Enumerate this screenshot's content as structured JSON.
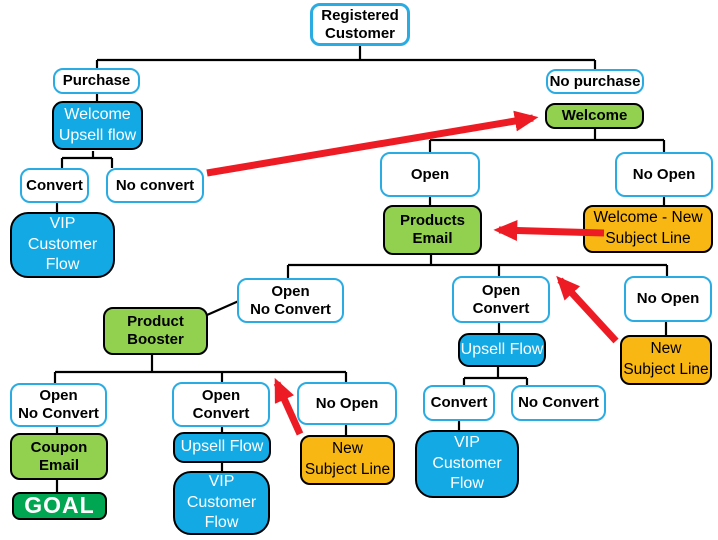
{
  "diagram": {
    "title": "Registered Customer email marketing flowchart",
    "colors": {
      "decision_border_cyan": "#2aace2",
      "flow_fill_blue": "#12a9e4",
      "email_fill_green": "#92d050",
      "retry_fill_orange": "#f9b713",
      "goal_fill_green": "#00a651",
      "feedback_arrow_red": "#ed1c24",
      "connector_black": "#000000"
    },
    "nodes": [
      {
        "id": "registered-customer",
        "label": "Registered\nCustomer",
        "type": "decision"
      },
      {
        "id": "purchase",
        "label": "Purchase",
        "type": "decision"
      },
      {
        "id": "no-purchase",
        "label": "No purchase",
        "type": "decision"
      },
      {
        "id": "welcome-upsell-flow",
        "label": "Welcome\nUpsell flow",
        "type": "flow-blue"
      },
      {
        "id": "welcome",
        "label": "Welcome",
        "type": "email-green"
      },
      {
        "id": "convert-left",
        "label": "Convert",
        "type": "decision"
      },
      {
        "id": "no-convert-left",
        "label": "No convert",
        "type": "decision"
      },
      {
        "id": "vip-customer-flow-left",
        "label": "VIP\nCustomer\nFlow",
        "type": "flow-blue"
      },
      {
        "id": "open-welcome",
        "label": "Open",
        "type": "decision"
      },
      {
        "id": "no-open-welcome",
        "label": "No Open",
        "type": "decision"
      },
      {
        "id": "products-email",
        "label": "Products\nEmail",
        "type": "email-green"
      },
      {
        "id": "welcome-new-subject-line",
        "label": "Welcome - New\nSubject Line",
        "type": "retry-orange"
      },
      {
        "id": "open-no-convert-mid",
        "label": "Open\nNo Convert",
        "type": "decision"
      },
      {
        "id": "product-booster",
        "label": "Product\nBooster",
        "type": "email-green"
      },
      {
        "id": "open-convert-right",
        "label": "Open\nConvert",
        "type": "decision"
      },
      {
        "id": "no-open-right",
        "label": "No Open",
        "type": "decision"
      },
      {
        "id": "upsell-flow-right",
        "label": "Upsell Flow",
        "type": "flow-blue"
      },
      {
        "id": "new-subject-line-right",
        "label": "New\nSubject Line",
        "type": "retry-orange"
      },
      {
        "id": "open-no-convert-bottom",
        "label": "Open\nNo Convert",
        "type": "decision"
      },
      {
        "id": "open-convert-bottom",
        "label": "Open\nConvert",
        "type": "decision"
      },
      {
        "id": "no-open-bottom",
        "label": "No Open",
        "type": "decision"
      },
      {
        "id": "convert-bottomright",
        "label": "Convert",
        "type": "decision"
      },
      {
        "id": "no-convert-bottomright",
        "label": "No Convert",
        "type": "decision"
      },
      {
        "id": "coupon-email",
        "label": "Coupon\nEmail",
        "type": "email-green"
      },
      {
        "id": "upsell-flow-bottom",
        "label": "Upsell Flow",
        "type": "flow-blue"
      },
      {
        "id": "new-subject-line-bottom",
        "label": "New\nSubject Line",
        "type": "retry-orange"
      },
      {
        "id": "vip-customer-flow-bottom",
        "label": "VIP\nCustomer\nFlow",
        "type": "flow-blue"
      },
      {
        "id": "vip-customer-flow-bottomright",
        "label": "VIP\nCustomer\nFlow",
        "type": "flow-blue"
      },
      {
        "id": "goal",
        "label": "GOAL",
        "type": "goal"
      }
    ],
    "edges": [
      {
        "from": "registered-customer",
        "to": "purchase"
      },
      {
        "from": "registered-customer",
        "to": "no-purchase"
      },
      {
        "from": "purchase",
        "to": "welcome-upsell-flow"
      },
      {
        "from": "welcome-upsell-flow",
        "to": "convert-left"
      },
      {
        "from": "welcome-upsell-flow",
        "to": "no-convert-left"
      },
      {
        "from": "convert-left",
        "to": "vip-customer-flow-left"
      },
      {
        "from": "no-purchase",
        "to": "welcome"
      },
      {
        "from": "welcome",
        "to": "open-welcome"
      },
      {
        "from": "welcome",
        "to": "no-open-welcome"
      },
      {
        "from": "open-welcome",
        "to": "products-email"
      },
      {
        "from": "no-open-welcome",
        "to": "welcome-new-subject-line"
      },
      {
        "from": "products-email",
        "to": "open-no-convert-mid"
      },
      {
        "from": "products-email",
        "to": "open-convert-right"
      },
      {
        "from": "products-email",
        "to": "no-open-right"
      },
      {
        "from": "open-no-convert-mid",
        "to": "product-booster"
      },
      {
        "from": "product-booster",
        "to": "open-no-convert-bottom"
      },
      {
        "from": "product-booster",
        "to": "open-convert-bottom"
      },
      {
        "from": "product-booster",
        "to": "no-open-bottom"
      },
      {
        "from": "open-convert-right",
        "to": "upsell-flow-right"
      },
      {
        "from": "upsell-flow-right",
        "to": "convert-bottomright"
      },
      {
        "from": "upsell-flow-right",
        "to": "no-convert-bottomright"
      },
      {
        "from": "convert-bottomright",
        "to": "vip-customer-flow-bottomright"
      },
      {
        "from": "no-open-right",
        "to": "new-subject-line-right"
      },
      {
        "from": "open-no-convert-bottom",
        "to": "coupon-email"
      },
      {
        "from": "coupon-email",
        "to": "goal"
      },
      {
        "from": "open-convert-bottom",
        "to": "upsell-flow-bottom"
      },
      {
        "from": "upsell-flow-bottom",
        "to": "vip-customer-flow-bottom"
      },
      {
        "from": "no-open-bottom",
        "to": "new-subject-line-bottom"
      }
    ],
    "feedback_arrows": [
      {
        "from": "no-convert-left",
        "to": "welcome",
        "color": "#ed1c24"
      },
      {
        "from": "welcome-new-subject-line",
        "to": "products-email",
        "color": "#ed1c24"
      },
      {
        "from": "new-subject-line-right",
        "to": "open-convert-right",
        "color": "#ed1c24"
      },
      {
        "from": "new-subject-line-bottom",
        "to": "open-convert-bottom",
        "color": "#ed1c24"
      }
    ]
  }
}
